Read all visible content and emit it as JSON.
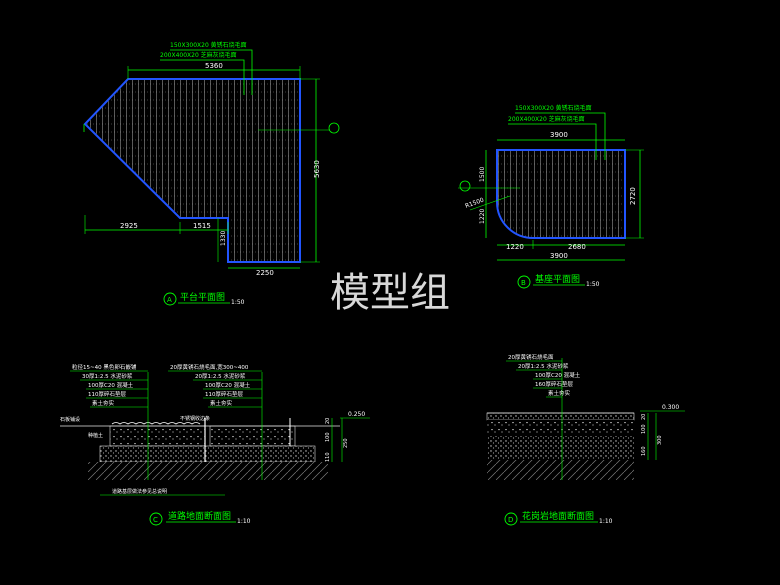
{
  "colors": {
    "background": "#000000",
    "outline_blue": "#2255ff",
    "dimension_green": "#00ff00",
    "hatch_white": "#e6e6e6",
    "text_white": "#ffffff",
    "watermark": "#d8d8d8"
  },
  "watermark": "模型组",
  "platform_plan": {
    "note_1": "150X300X20 黄锈石烧毛面",
    "note_2": "200X400X20 芝麻灰烧毛面",
    "dim_top": "5360",
    "dim_right": "5630",
    "dim_bottom_left": "2925",
    "dim_bottom_mid": "1515",
    "dim_step": "1330",
    "dim_bottom": "2250",
    "title_number": "A",
    "title": "平台平面图",
    "scale": "1:50"
  },
  "base_plan": {
    "note_1": "150X300X20 黄锈石烧毛面",
    "note_2": "200X400X20 芝麻灰烧毛面",
    "dim_top": "3900",
    "dim_right": "2720",
    "dim_left_a": "1500",
    "dim_left_b": "1220",
    "radius": "R1500",
    "dim_bottom_a": "1220",
    "dim_bottom_b": "2680",
    "dim_bottom_total": "3900",
    "title_number": "B",
    "title": "基座平面图",
    "scale": "1:50"
  },
  "road_section": {
    "notes_left": [
      "粒径15~40 黑色卵石嵌铺",
      "30厚1:2.5 水泥砂浆",
      "100厚C20 混凝土",
      "110厚碎石垫层",
      "素土夯实"
    ],
    "notes_right": [
      "20厚黄锈石烧毛面,宽300~400",
      "20厚1:2.5 水泥砂浆",
      "100厚C20 混凝土",
      "110厚碎石垫层",
      "素土夯实"
    ],
    "note_side": "不锈钢收边条",
    "note_left_a": "石板铺设",
    "note_left_b": "种植土",
    "note_bottom": "道路基层做法参见总说明",
    "note_level": "0.250",
    "dims": [
      "110",
      "100",
      "20",
      "250"
    ],
    "title_number": "C",
    "title": "道路地面断面图",
    "scale": "1:10"
  },
  "garden_section": {
    "notes": [
      "20厚黄锈石烧毛面",
      "20厚1:2.5 水泥砂浆",
      "100厚C20 混凝土",
      "160厚碎石垫层",
      "素土夯实"
    ],
    "note_level": "0.300",
    "dims": [
      "20",
      "100",
      "160",
      "300"
    ],
    "title_number": "D",
    "title": "花岗岩地面断面图",
    "scale": "1:10"
  }
}
